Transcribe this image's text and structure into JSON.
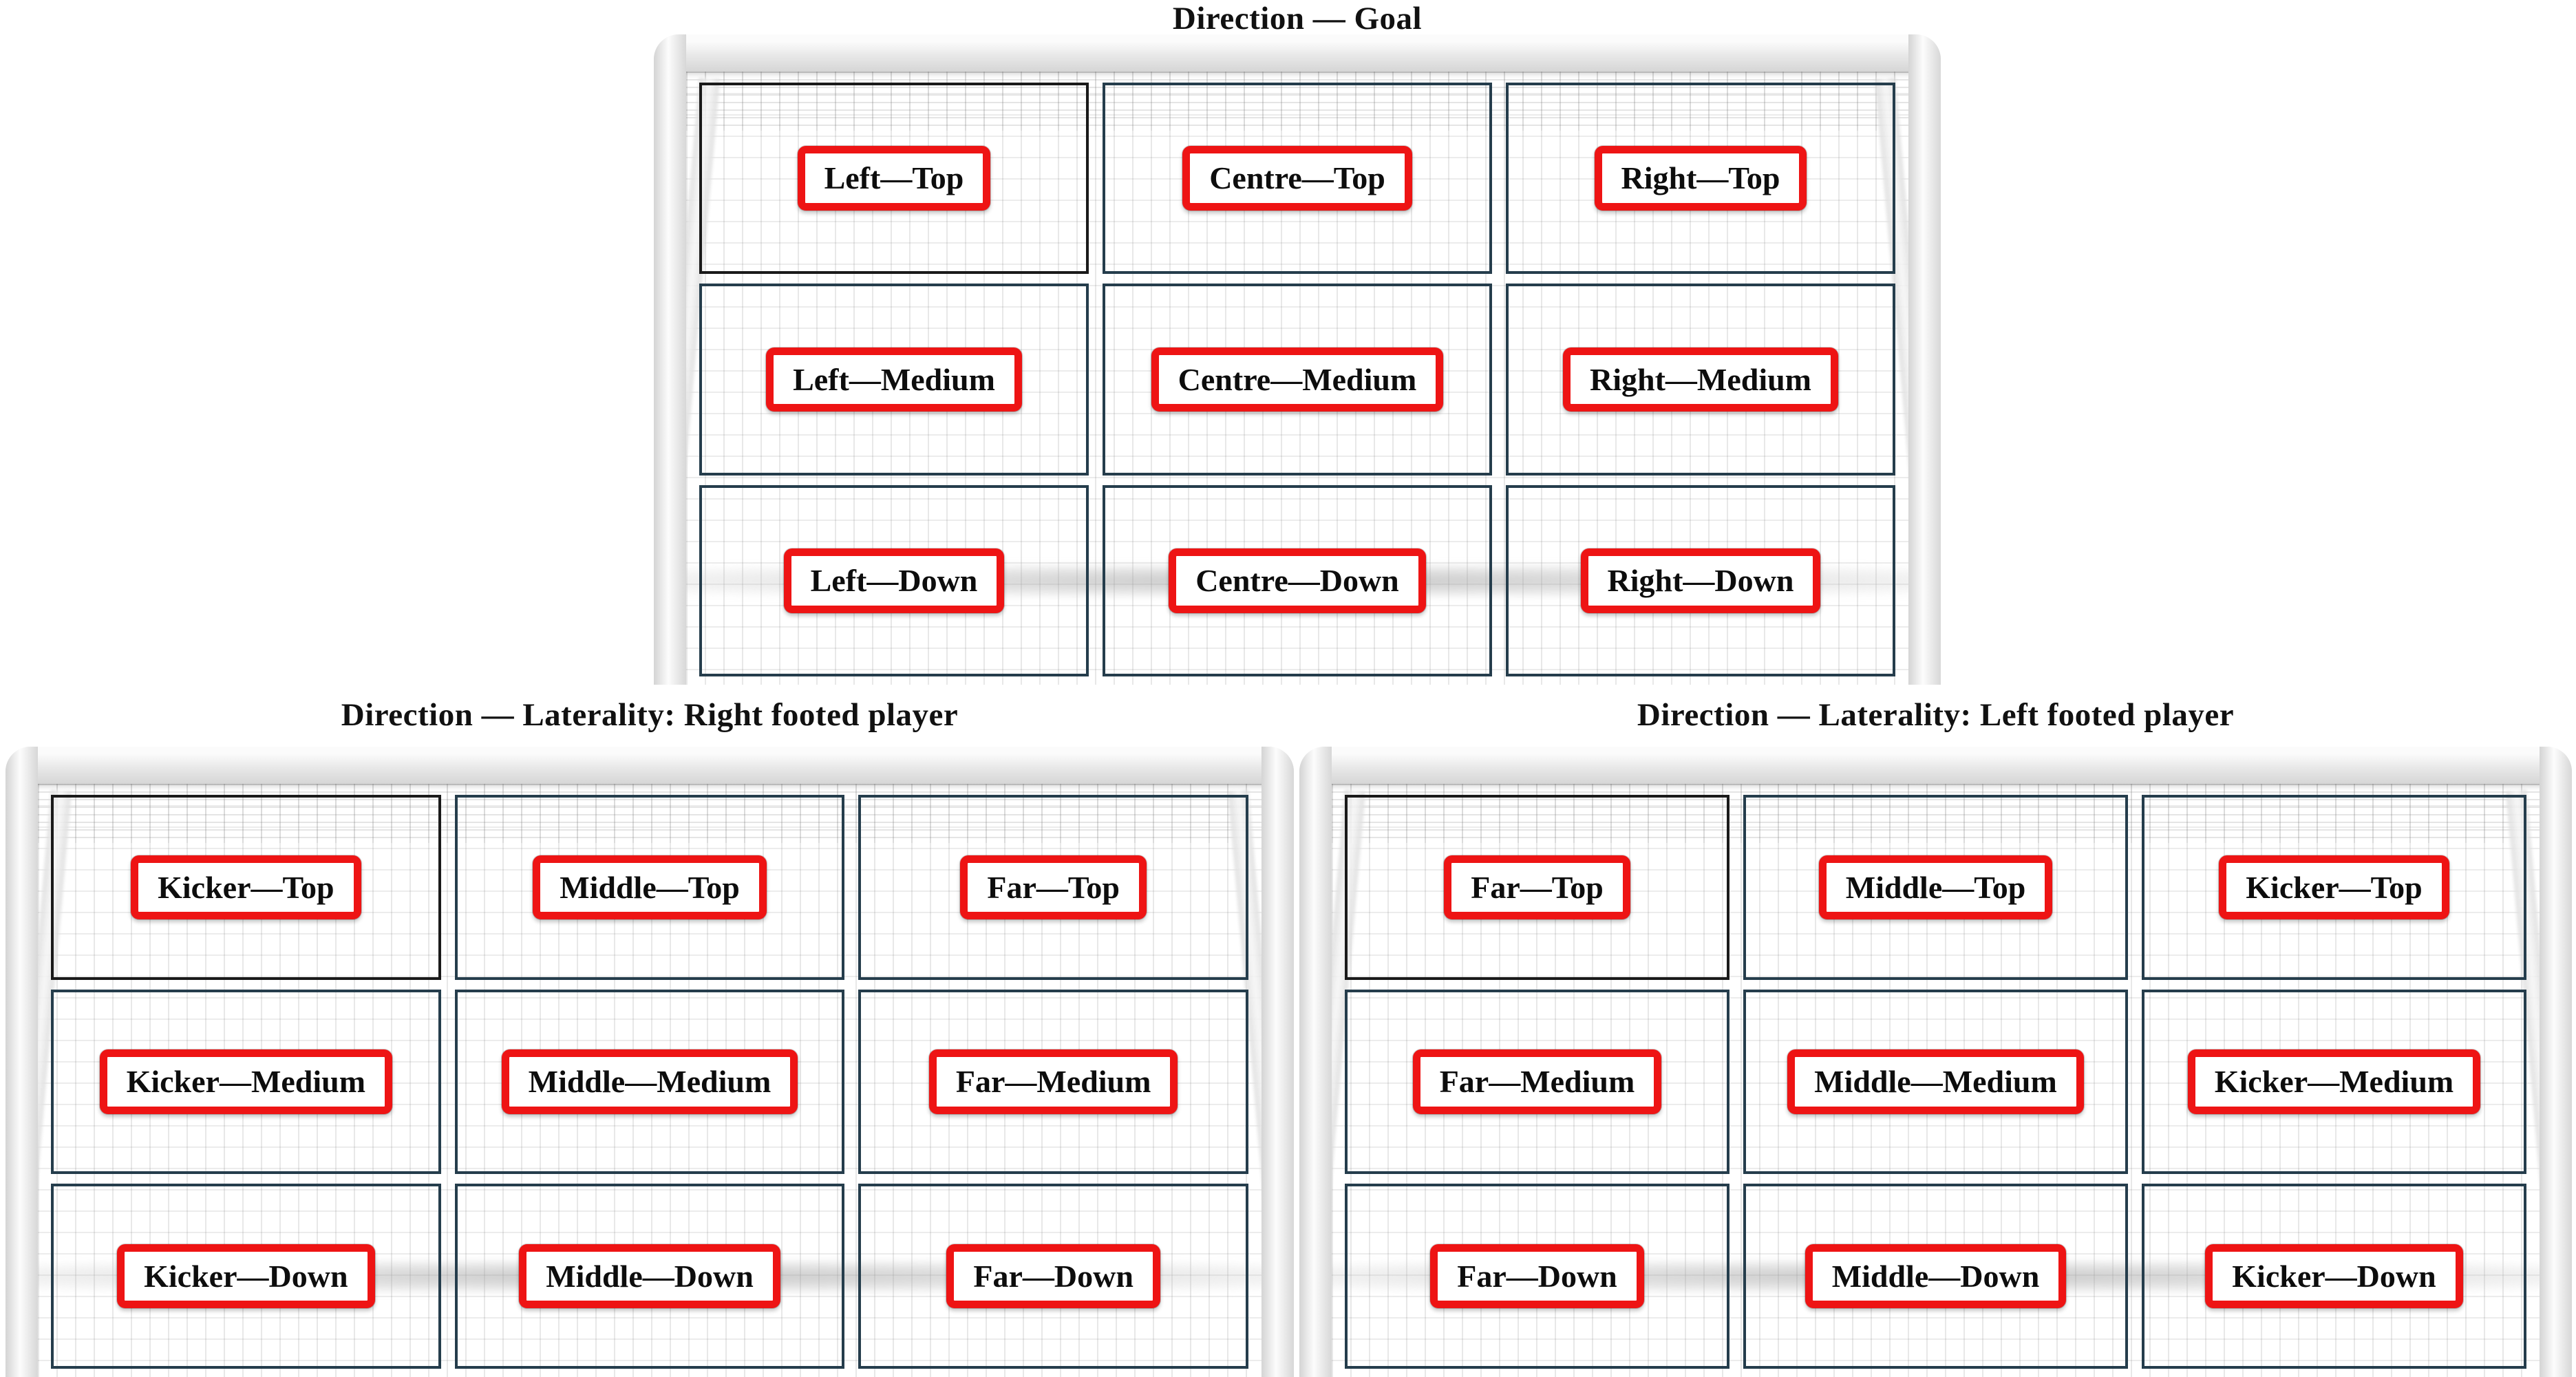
{
  "colors": {
    "label_border_red": "#ee1414",
    "zone_border": "#253d4c",
    "zone_border_first": "#1a1a1a",
    "goal_frame": "#e9e9e9",
    "net_line": "#d9d9d9",
    "title_text": "#111111"
  },
  "panels": [
    {
      "title": "Direction — Goal",
      "rows": [
        [
          "Left—Top",
          "Centre—Top",
          "Right—Top"
        ],
        [
          "Left—Medium",
          "Centre—Medium",
          "Right—Medium"
        ],
        [
          "Left—Down",
          "Centre—Down",
          "Right—Down"
        ]
      ]
    },
    {
      "title": "Direction — Laterality: Right footed player",
      "rows": [
        [
          "Kicker—Top",
          "Middle—Top",
          "Far—Top"
        ],
        [
          "Kicker—Medium",
          "Middle—Medium",
          "Far—Medium"
        ],
        [
          "Kicker—Down",
          "Middle—Down",
          "Far—Down"
        ]
      ]
    },
    {
      "title": "Direction — Laterality: Left footed player",
      "rows": [
        [
          "Far—Top",
          "Middle—Top",
          "Kicker—Top"
        ],
        [
          "Far—Medium",
          "Middle—Medium",
          "Kicker—Medium"
        ],
        [
          "Far—Down",
          "Middle—Down",
          "Kicker—Down"
        ]
      ]
    }
  ]
}
